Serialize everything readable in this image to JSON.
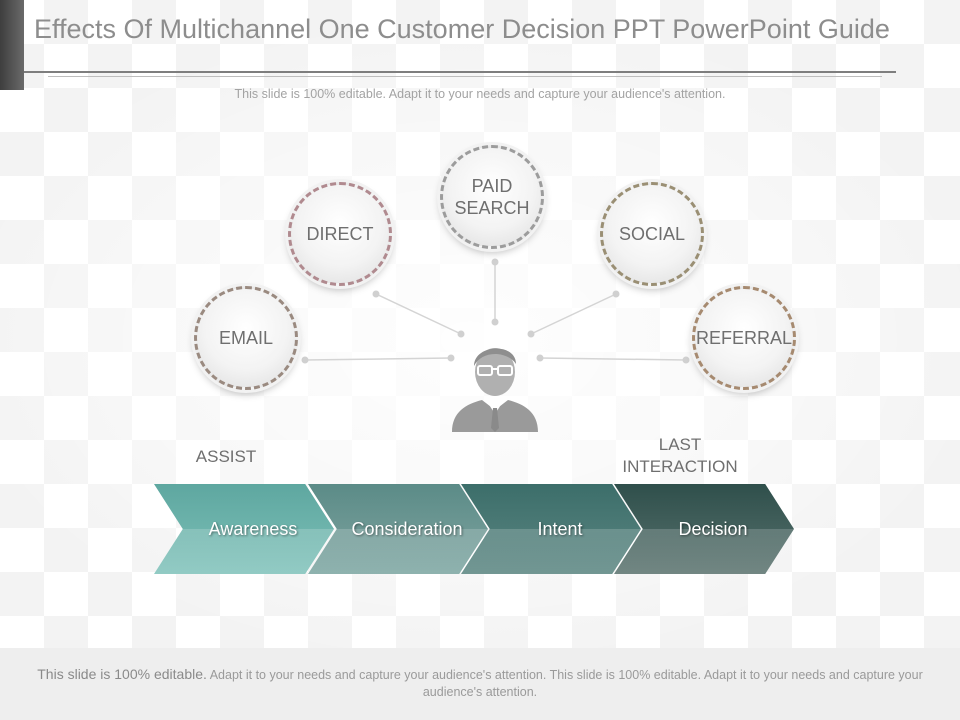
{
  "header": {
    "title": "Effects Of Multichannel One Customer Decision PPT PowerPoint Guide",
    "subtitle": "This slide is 100% editable. Adapt it to your needs and capture your audience's attention."
  },
  "channels": {
    "paid_line1": "PAID",
    "paid_line2": "SEARCH",
    "direct": "DIRECT",
    "social": "SOCIAL",
    "email": "EMAIL",
    "referral": "REFERRAL"
  },
  "labels": {
    "assist": "ASSIST",
    "last_line1": "LAST",
    "last_line2": "INTERACTION"
  },
  "stages": [
    "Awareness",
    "Consideration",
    "Intent",
    "Decision"
  ],
  "footer": {
    "lead": "This slide is 100% editable.",
    "rest": "Adapt it to your needs and capture your audience's attention. This slide is 100% editable. Adapt it to your needs and capture your audience's attention."
  },
  "colors": {
    "stage1": "#6fb5ad",
    "stage2": "#6f9995",
    "stage3": "#4d7b77",
    "stage4": "#45625e",
    "person": "#9a9a9a"
  },
  "icons": {
    "customer": "person-icon"
  }
}
